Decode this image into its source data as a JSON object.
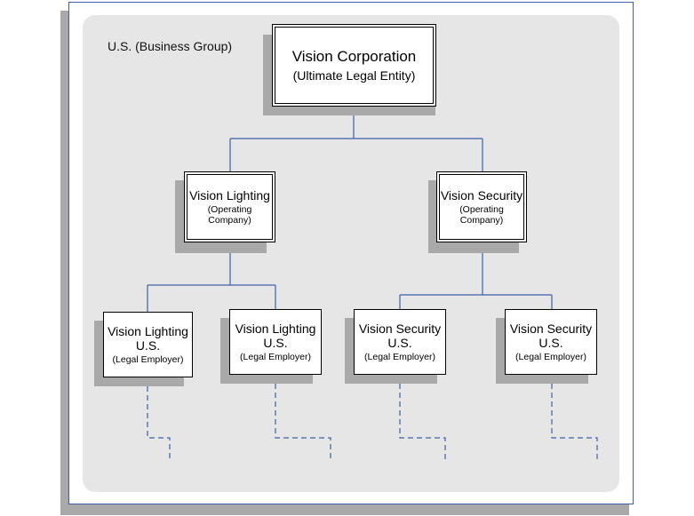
{
  "group_label": "U.S. (Business Group)",
  "root": {
    "title": "Vision Corporation",
    "subtitle": "(Ultimate Legal Entity)"
  },
  "operating_companies": [
    {
      "title": "Vision Lighting",
      "subtitle": "(Operating\nCompany)"
    },
    {
      "title": "Vision Security",
      "subtitle": "(Operating\nCompany)"
    }
  ],
  "legal_employers": [
    {
      "title": "Vision Lighting\nU.S.",
      "subtitle": "(Legal Employer)"
    },
    {
      "title": "Vision Lighting\nU.S.",
      "subtitle": "(Legal Employer)"
    },
    {
      "title": "Vision Security\nU.S.",
      "subtitle": "(Legal Employer)"
    },
    {
      "title": "Vision Security\nU.S.",
      "subtitle": "(Legal Employer)"
    }
  ],
  "colors": {
    "connector": "#3d5fa8",
    "shadow": "#a9a9a9",
    "panel": "#e6e6e6"
  }
}
